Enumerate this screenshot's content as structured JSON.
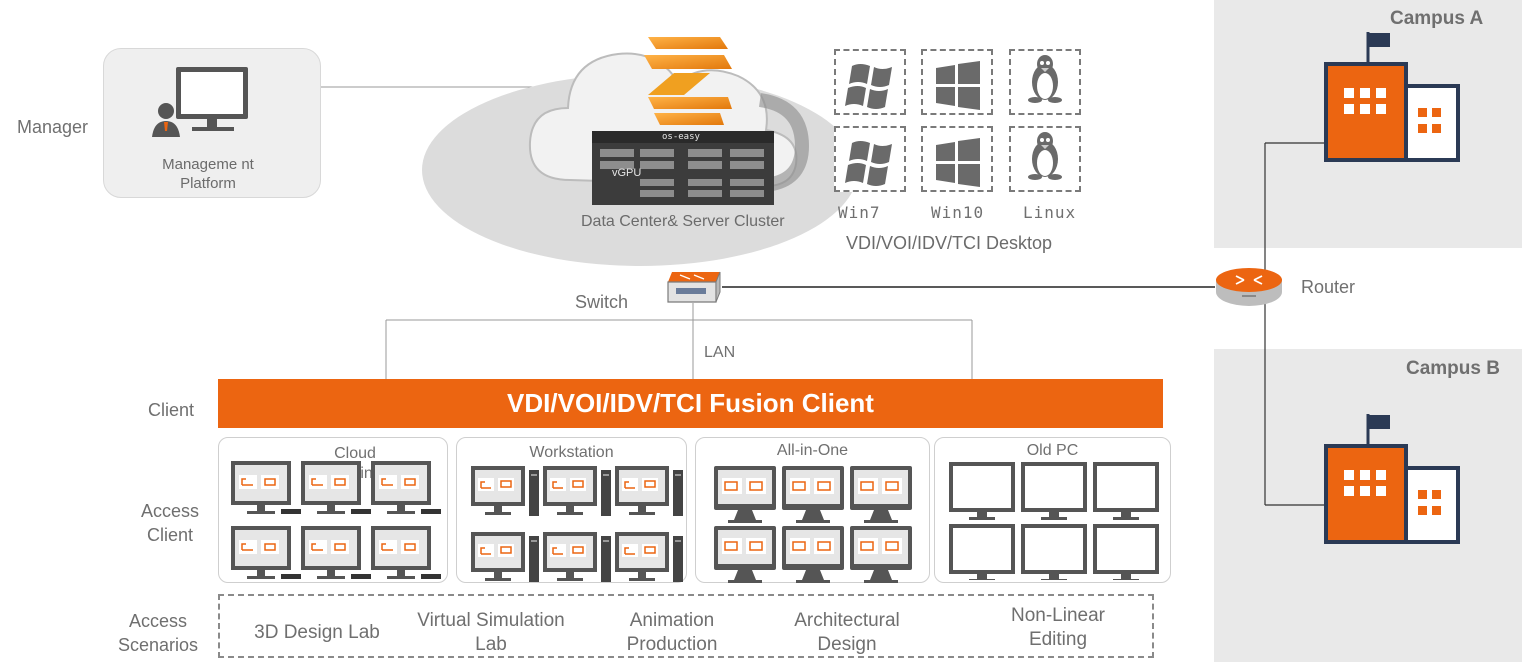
{
  "manager": {
    "label": "Manager",
    "platform_label": "Manageme nt Platform"
  },
  "datacenter": {
    "label": "Data Center& Server Cluster",
    "server_brand": "os-easy",
    "server_tag": "vGPU"
  },
  "desktops": {
    "os": [
      "Win7",
      "Win10",
      "Linux"
    ],
    "caption": "VDI/VOI/IDV/TCI Desktop"
  },
  "network": {
    "switch_label": "Switch",
    "lan_label": "LAN",
    "router_label": "Router"
  },
  "campuses": {
    "a": "Campus A",
    "b": "Campus B"
  },
  "client": {
    "row_label": "Client",
    "fusion_label": "VDI/VOI/IDV/TCI Fusion Client"
  },
  "access_client": {
    "row_label": "Access Client",
    "panels": [
      "Cloud Terminal",
      "Workstation",
      "All-in-One",
      "Old PC"
    ]
  },
  "access_scenarios": {
    "row_label": "Access Scenarios",
    "items": [
      "3D Design Lab",
      "Virtual Simulation Lab",
      "Animation Production",
      "Architectural Design",
      "Non-Linear Editing"
    ]
  },
  "colors": {
    "accent": "#ec6511",
    "navy": "#2b3a55",
    "gray_bg": "#e9e9e9"
  }
}
